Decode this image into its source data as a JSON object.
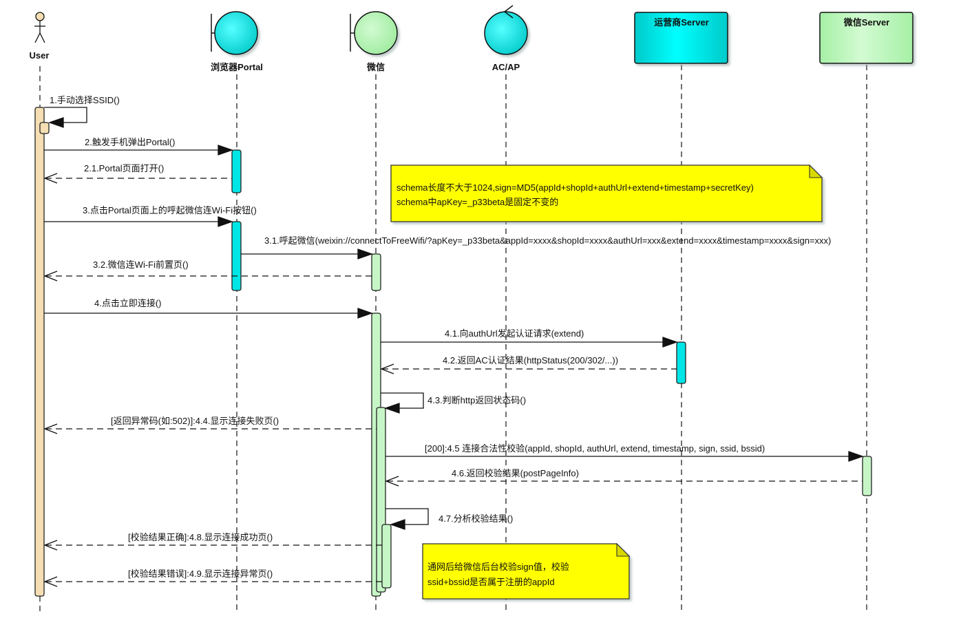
{
  "diagram": {
    "type": "sequence",
    "participants": [
      {
        "id": "user",
        "label": "User",
        "kind": "actor",
        "color": "#f5deb3"
      },
      {
        "id": "browser",
        "label": "浏览器Portal",
        "kind": "boundary",
        "color": "#00e5e5"
      },
      {
        "id": "wechat",
        "label": "微信",
        "kind": "boundary",
        "color": "#b6f5b6"
      },
      {
        "id": "acap",
        "label": "AC/AP",
        "kind": "control",
        "color": "#00e5e5"
      },
      {
        "id": "opserver",
        "label": "运营商Server",
        "kind": "box",
        "color": "#00e5e5"
      },
      {
        "id": "wxserver",
        "label": "微信Server",
        "kind": "box",
        "color": "#b6f5b6"
      }
    ],
    "messages": [
      {
        "id": "m1",
        "label": "1.手动选择SSID()",
        "from": "user",
        "to": "user",
        "style": "self"
      },
      {
        "id": "m2",
        "label": "2.触发手机弹出Portal()",
        "from": "user",
        "to": "browser",
        "style": "sync"
      },
      {
        "id": "m21",
        "label": "2.1.Portal页面打开()",
        "from": "browser",
        "to": "user",
        "style": "return"
      },
      {
        "id": "m3",
        "label": "3.点击Portal页面上的呼起微信连Wi-Fi按钮()",
        "from": "user",
        "to": "browser",
        "style": "sync"
      },
      {
        "id": "m31",
        "label": "3.1.呼起微信(weixin://connectToFreeWifi/?apKey=_p33beta&appId=xxxx&shopId=xxxx&authUrl=xxx&extend=xxxx&timestamp=xxxx&sign=xxx)",
        "from": "browser",
        "to": "wechat",
        "style": "sync"
      },
      {
        "id": "m32",
        "label": "3.2.微信连Wi-Fi前置页()",
        "from": "wechat",
        "to": "user",
        "style": "return"
      },
      {
        "id": "m4",
        "label": "4.点击立即连接()",
        "from": "user",
        "to": "wechat",
        "style": "sync"
      },
      {
        "id": "m41",
        "label": "4.1.向authUrl发起认证请求(extend)",
        "from": "wechat",
        "to": "opserver",
        "style": "sync"
      },
      {
        "id": "m42",
        "label": "4.2.返回AC认证结果(httpStatus(200/302/...))",
        "from": "opserver",
        "to": "wechat",
        "style": "return"
      },
      {
        "id": "m43",
        "label": "4.3.判断http返回状态码()",
        "from": "wechat",
        "to": "wechat",
        "style": "self"
      },
      {
        "id": "m44",
        "label": "[返回异常码(如:502)]:4.4.显示连接失败页()",
        "from": "wechat",
        "to": "user",
        "style": "return"
      },
      {
        "id": "m45",
        "label": "[200]:4.5 连接合法性校验(appId, shopId, authUrl, extend, timestamp, sign, ssid, bssid)",
        "from": "wechat",
        "to": "wxserver",
        "style": "sync"
      },
      {
        "id": "m46",
        "label": "4.6.返回校验结果(postPageInfo)",
        "from": "wxserver",
        "to": "wechat",
        "style": "return"
      },
      {
        "id": "m47",
        "label": "4.7.分析校验结果()",
        "from": "wechat",
        "to": "wechat",
        "style": "self"
      },
      {
        "id": "m48",
        "label": "[校验结果正确]:4.8.显示连接成功页()",
        "from": "wechat",
        "to": "user",
        "style": "return"
      },
      {
        "id": "m49",
        "label": "[校验结果错误]:4.9.显示连接异常页()",
        "from": "wechat",
        "to": "user",
        "style": "return"
      }
    ],
    "notes": [
      {
        "id": "note1",
        "lines": [
          "schema长度不大于1024,sign=MD5(appId+shopId+authUrl+extend+timestamp+secretKey)",
          "schema中apKey=_p33beta是固定不变的"
        ],
        "color": "#ffff00"
      },
      {
        "id": "note2",
        "lines": [
          "通网后给微信后台校验sign值，校验",
          "ssid+bssid是否属于注册的appId"
        ],
        "color": "#ffff00"
      }
    ]
  }
}
